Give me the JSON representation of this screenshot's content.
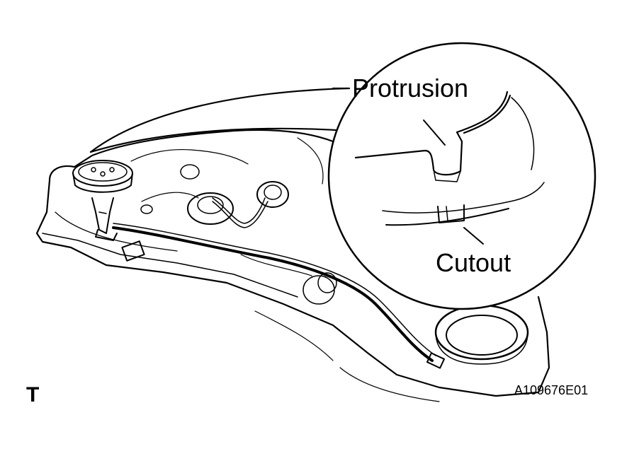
{
  "labels": {
    "protrusion": "Protrusion",
    "cutout": "Cutout",
    "view_marker": "T",
    "figure_code": "A109676E01"
  },
  "colors": {
    "line": "#000000",
    "background": "#ffffff"
  }
}
